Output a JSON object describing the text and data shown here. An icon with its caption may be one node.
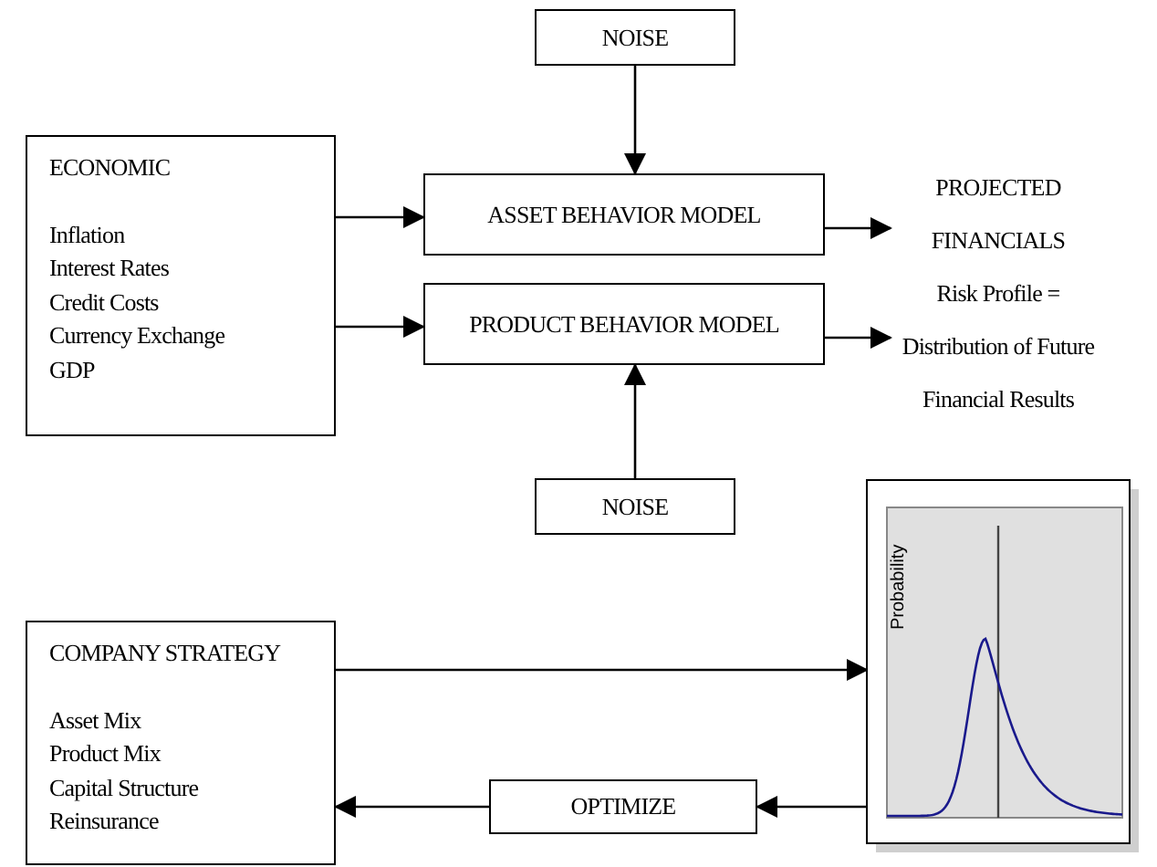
{
  "diagram": {
    "nodes": [
      {
        "text": [
          "NOISE"
        ]
      },
      {
        "text": [
          "ECONOMIC",
          "Inflation",
          "Interest Rates",
          "Credit Costs",
          "Currency Exchange",
          "GDP"
        ]
      },
      {
        "text": [
          "ASSET BEHAVIOR MODEL"
        ]
      },
      {
        "text": [
          "PRODUCT BEHAVIOR MODEL"
        ]
      },
      {
        "text": [
          "PROJECTED FINANCIALS",
          "Risk Profile = Distribution of Future Financial Results"
        ]
      },
      {
        "text": [
          "NOISE"
        ]
      },
      {
        "text": [
          "COMPANY STRATEGY",
          "Asset Mix",
          "Product Mix",
          "Capital Structure",
          "Reinsurance"
        ]
      },
      {
        "text": [
          "OPTIMIZE"
        ]
      },
      {
        "text": [],
        "shape": "picture"
      }
    ],
    "edges": [
      {
        "from": 0,
        "to": 2,
        "arrow": "to"
      },
      {
        "from": 1,
        "to": 2,
        "arrow": "to"
      },
      {
        "from": 1,
        "to": 3,
        "arrow": "to"
      },
      {
        "from": 2,
        "to": 4,
        "arrow": "to"
      },
      {
        "from": 3,
        "to": 4,
        "arrow": "to"
      },
      {
        "from": 5,
        "to": 3,
        "arrow": "to"
      },
      {
        "from": 6,
        "to": 8,
        "arrow": "to"
      },
      {
        "from": 8,
        "to": 7,
        "arrow": "to"
      },
      {
        "from": 7,
        "to": 6,
        "arrow": "to"
      }
    ],
    "labels": [
      "Probability"
    ]
  }
}
